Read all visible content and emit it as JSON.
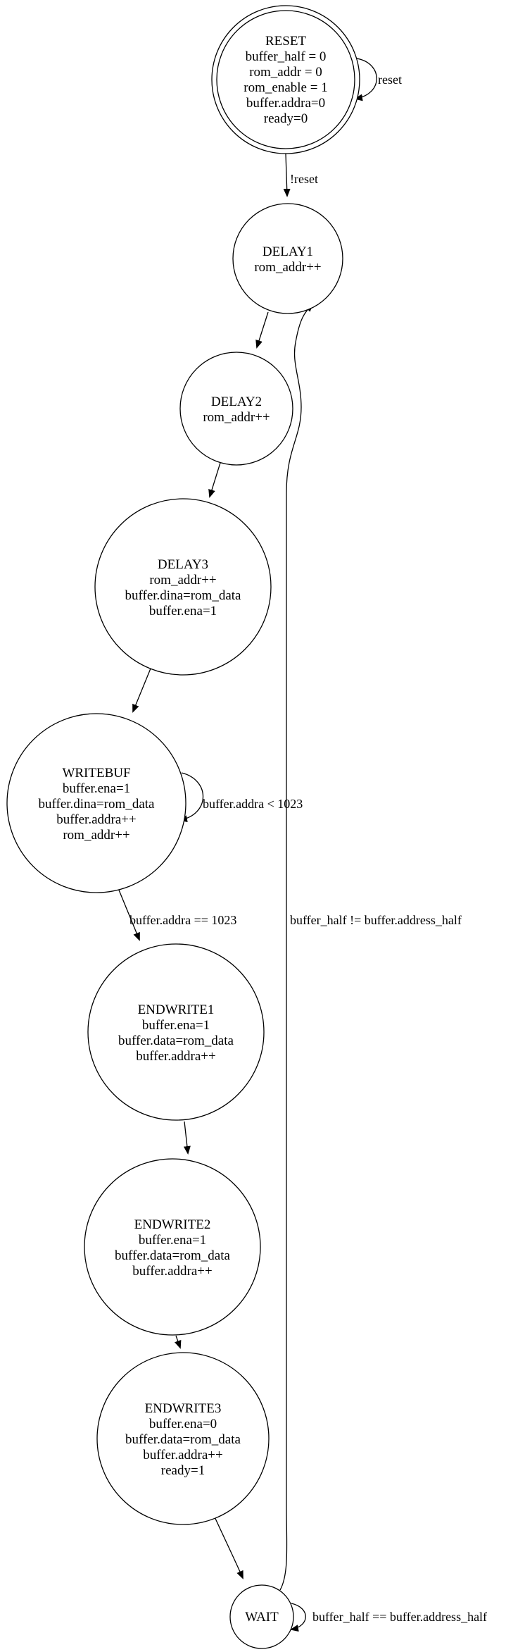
{
  "diagram": {
    "kind": "fsm-state-diagram",
    "colors": {
      "background": "#ffffff",
      "stroke": "#000000",
      "text": "#000000"
    },
    "states": [
      {
        "name": "RESET",
        "shape": "doublecircle",
        "actions": [
          "buffer_half = 0",
          "rom_addr = 0",
          "rom_enable = 1",
          "buffer.addra=0",
          "ready=0"
        ]
      },
      {
        "name": "DELAY1",
        "shape": "circle",
        "actions": [
          "rom_addr++"
        ]
      },
      {
        "name": "DELAY2",
        "shape": "circle",
        "actions": [
          "rom_addr++"
        ]
      },
      {
        "name": "DELAY3",
        "shape": "circle",
        "actions": [
          "rom_addr++",
          "buffer.dina=rom_data",
          "buffer.ena=1"
        ]
      },
      {
        "name": "WRITEBUF",
        "shape": "circle",
        "actions": [
          "buffer.ena=1",
          "buffer.dina=rom_data",
          "buffer.addra++",
          "rom_addr++"
        ]
      },
      {
        "name": "ENDWRITE1",
        "shape": "circle",
        "actions": [
          "buffer.ena=1",
          "buffer.data=rom_data",
          "buffer.addra++"
        ]
      },
      {
        "name": "ENDWRITE2",
        "shape": "circle",
        "actions": [
          "buffer.ena=1",
          "buffer.data=rom_data",
          "buffer.addra++"
        ]
      },
      {
        "name": "ENDWRITE3",
        "shape": "circle",
        "actions": [
          "buffer.ena=0",
          "buffer.data=rom_data",
          "buffer.addra++",
          "ready=1"
        ]
      },
      {
        "name": "WAIT",
        "shape": "circle",
        "actions": []
      }
    ],
    "edges": [
      {
        "from": "RESET",
        "to": "RESET",
        "label": "reset"
      },
      {
        "from": "RESET",
        "to": "DELAY1",
        "label": "!reset"
      },
      {
        "from": "DELAY1",
        "to": "DELAY2",
        "label": ""
      },
      {
        "from": "DELAY2",
        "to": "DELAY3",
        "label": ""
      },
      {
        "from": "DELAY3",
        "to": "WRITEBUF",
        "label": ""
      },
      {
        "from": "WRITEBUF",
        "to": "WRITEBUF",
        "label": "buffer.addra < 1023"
      },
      {
        "from": "WRITEBUF",
        "to": "ENDWRITE1",
        "label": "buffer.addra == 1023"
      },
      {
        "from": "ENDWRITE1",
        "to": "ENDWRITE2",
        "label": ""
      },
      {
        "from": "ENDWRITE2",
        "to": "ENDWRITE3",
        "label": ""
      },
      {
        "from": "ENDWRITE3",
        "to": "WAIT",
        "label": ""
      },
      {
        "from": "WAIT",
        "to": "WAIT",
        "label": "buffer_half == buffer.address_half"
      },
      {
        "from": "WAIT",
        "to": "DELAY1",
        "label": "buffer_half != buffer.address_half"
      }
    ]
  }
}
